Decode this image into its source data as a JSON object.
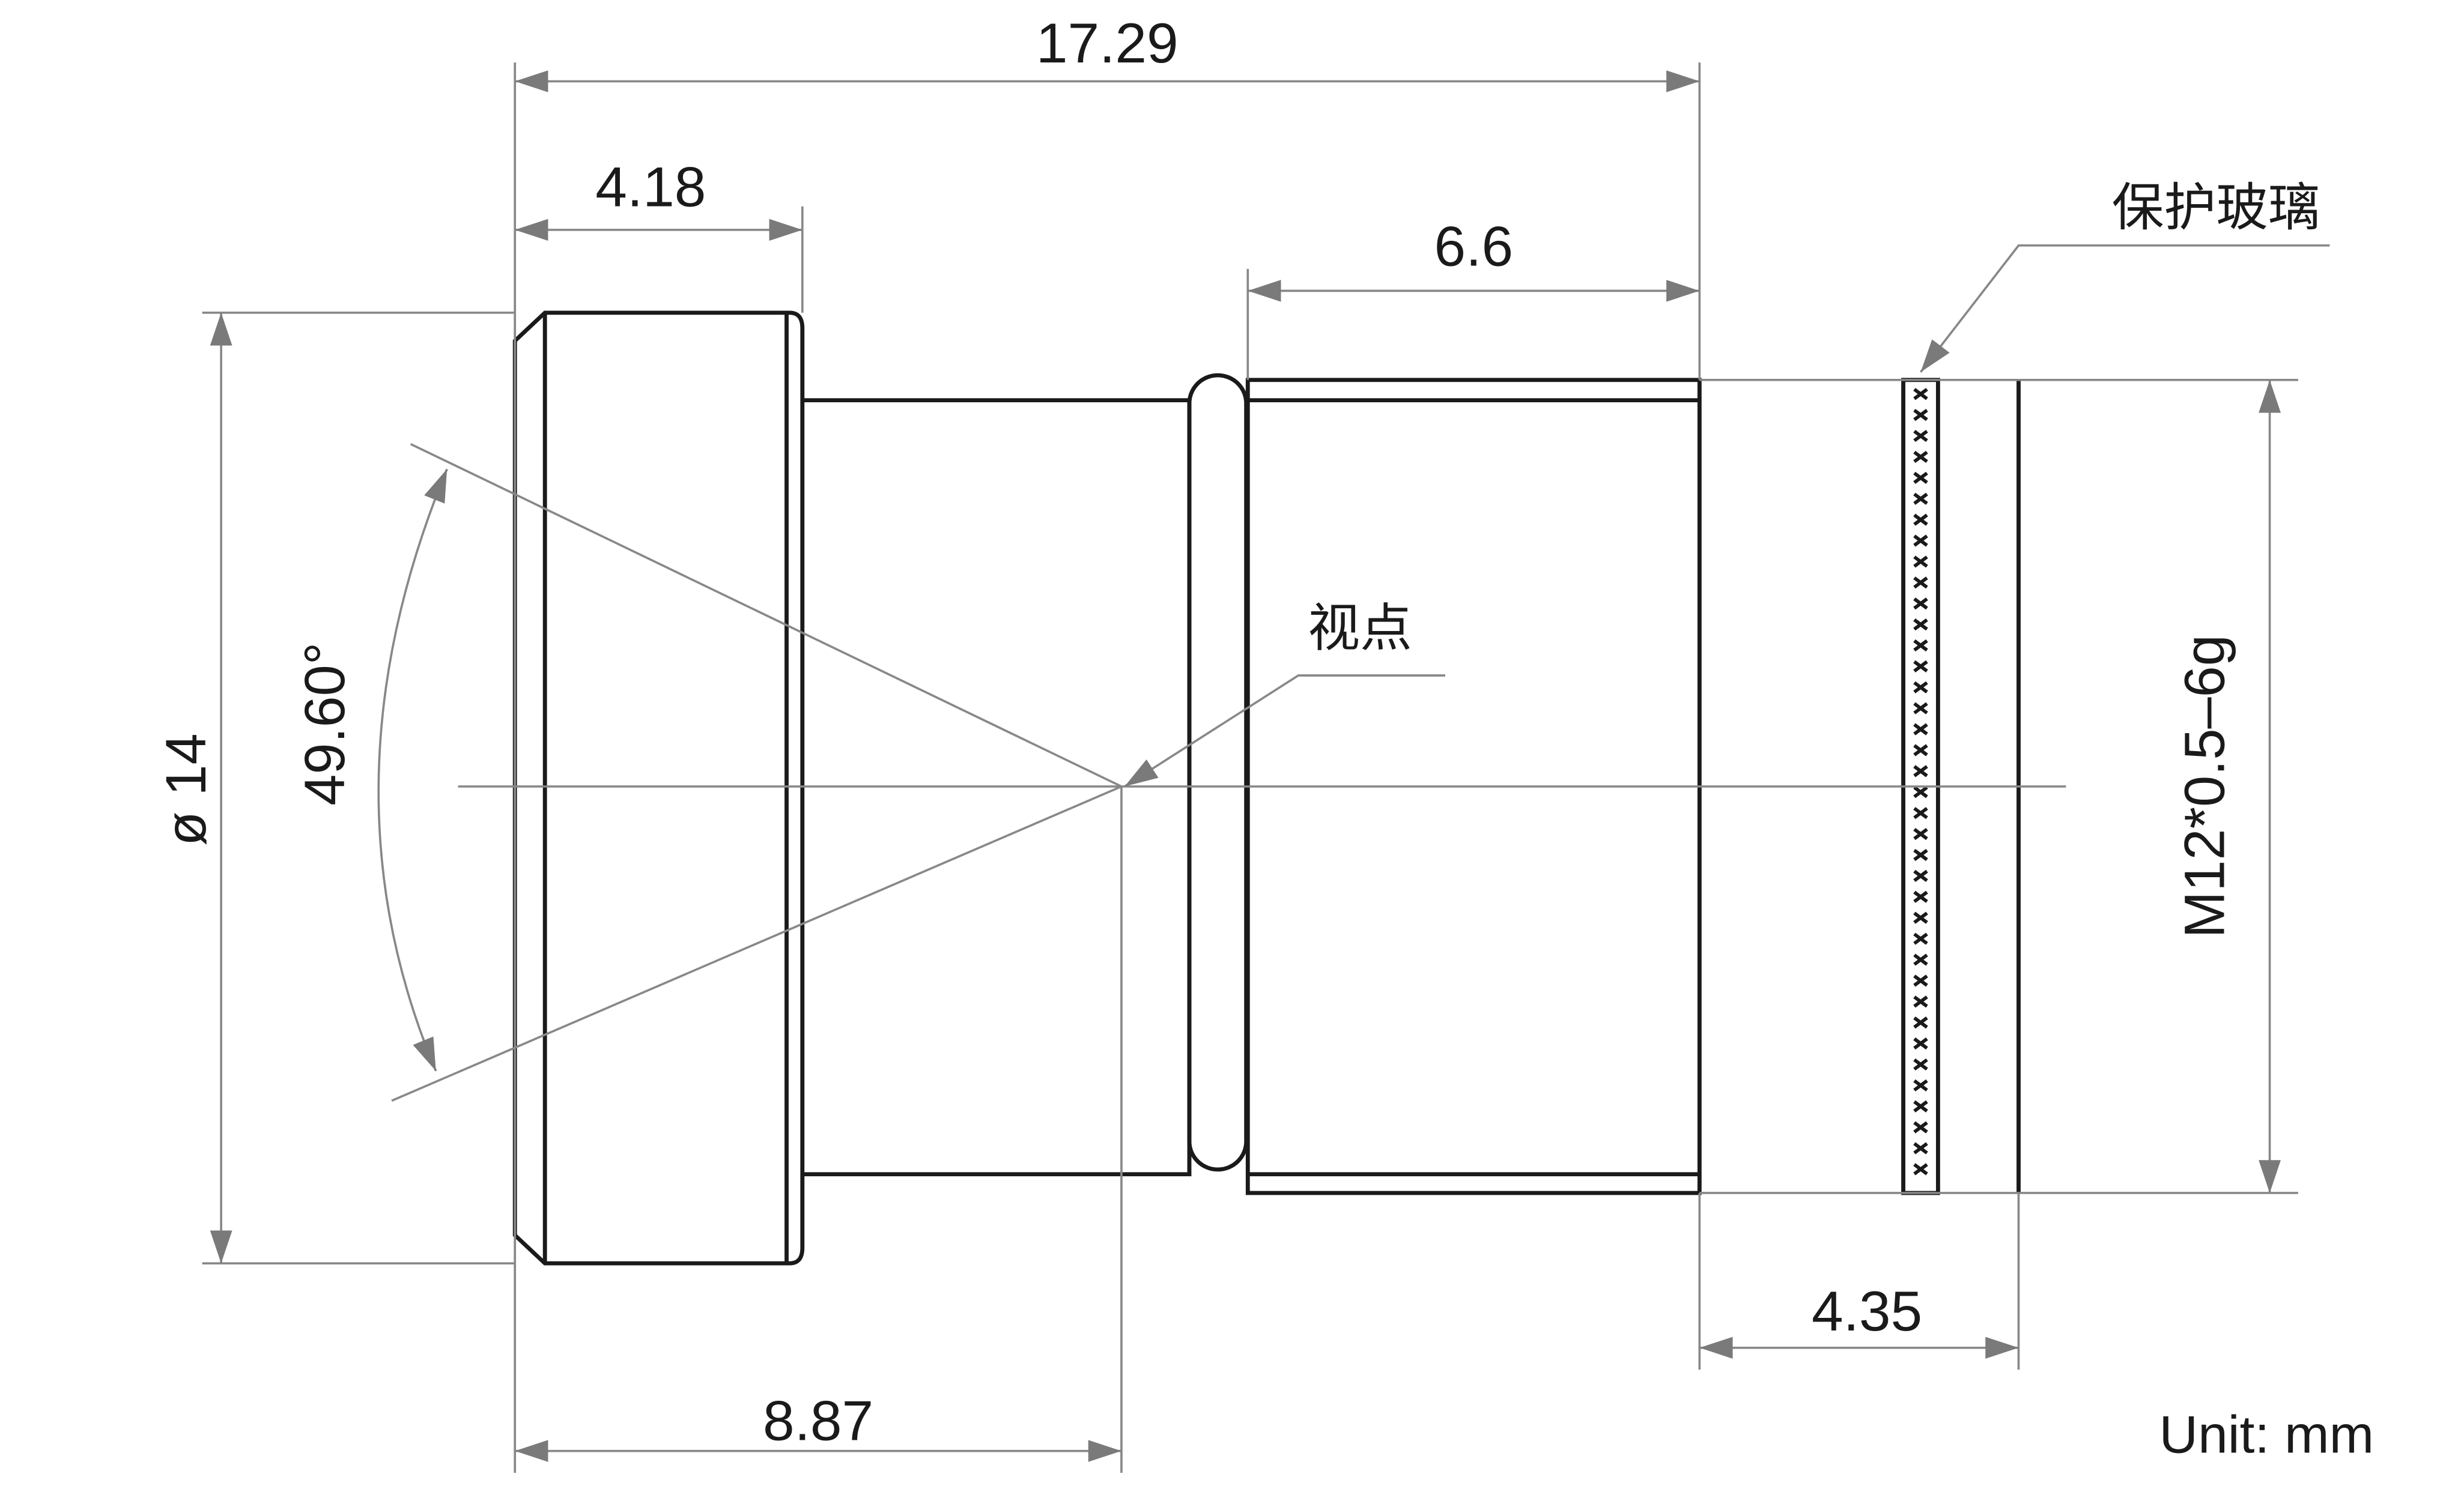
{
  "dimensions": {
    "overall_length": "17.29",
    "front_ring_length": "4.18",
    "thread_section_length": "6.6",
    "viewpoint_distance": "8.87",
    "glass_to_end": "4.35",
    "outer_diameter": "ø 14",
    "field_of_view": "49.60°"
  },
  "callouts": {
    "protective_glass": "保护玻璃",
    "viewpoint": "视点"
  },
  "thread_spec": "M12*0.5–6g",
  "unit_label": "Unit: mm",
  "colors": {
    "outline": "#1a1a1a",
    "dimension_line": "#888888",
    "arrow": "#7a7a7a",
    "text": "#1a1a1a"
  }
}
